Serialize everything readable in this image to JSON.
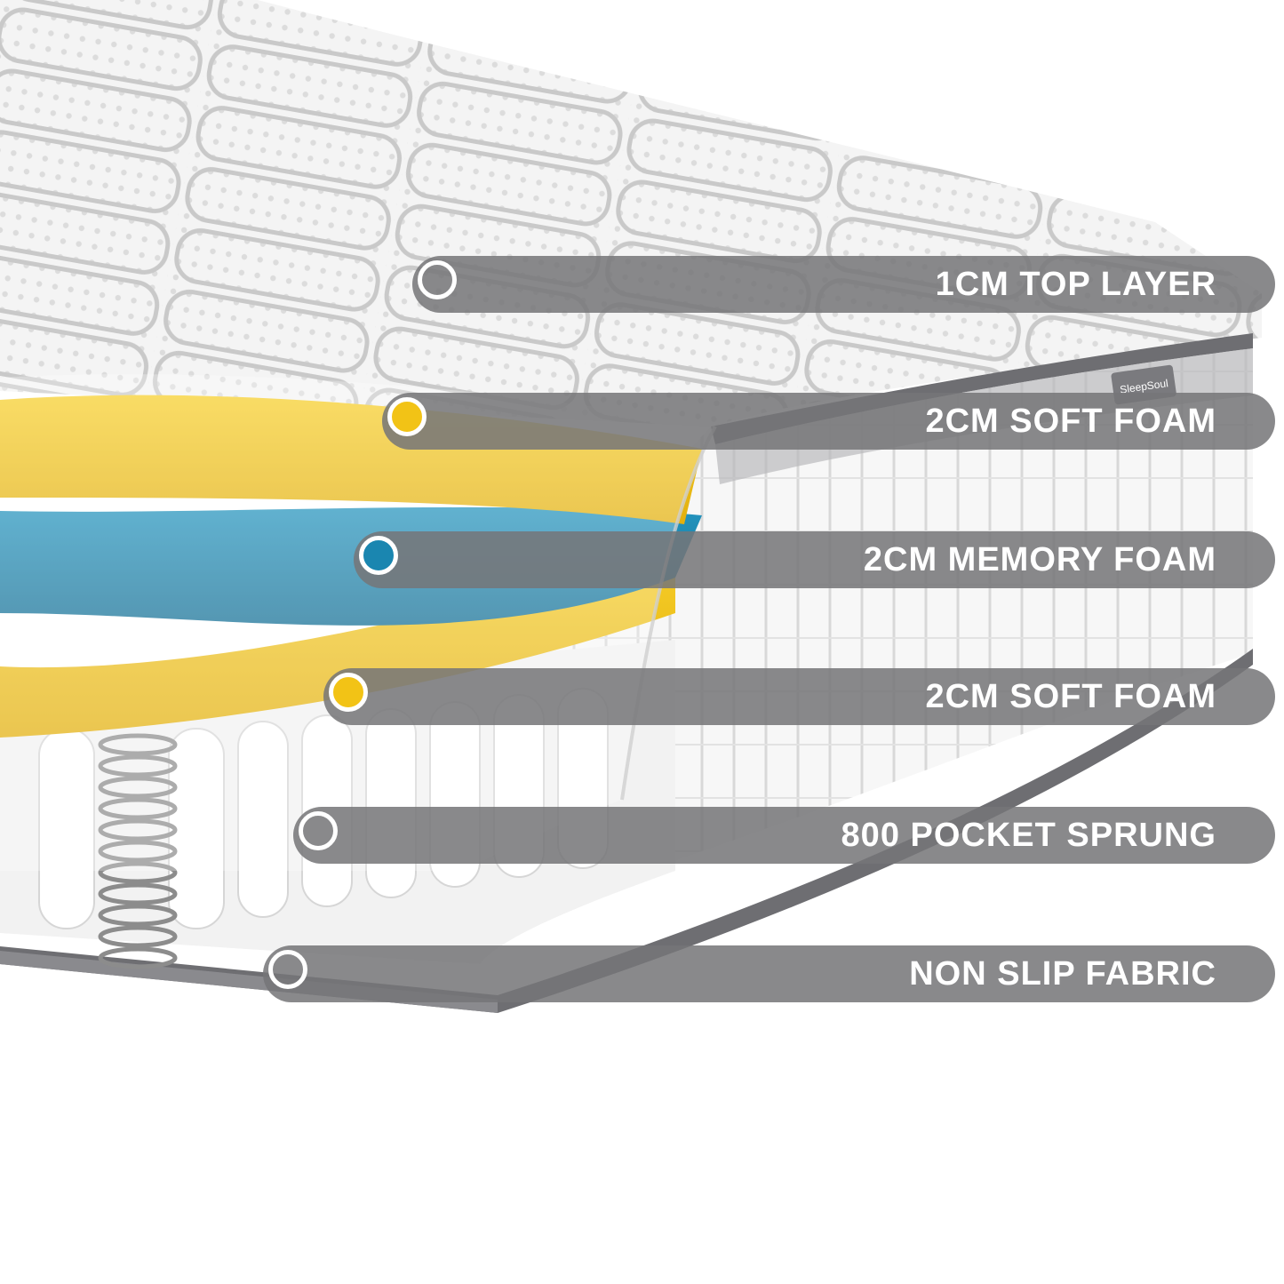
{
  "brand_tag": "SleepSoul",
  "layers": [
    {
      "label": "1CM TOP LAYER",
      "color": "#ffffff"
    },
    {
      "label": "2CM SOFT FOAM",
      "color": "#f2c316"
    },
    {
      "label": "2CM MEMORY FOAM",
      "color": "#1a86b0"
    },
    {
      "label": "2CM SOFT FOAM",
      "color": "#f2c316"
    },
    {
      "label": "800 POCKET SPRUNG",
      "color": "#ffffff"
    },
    {
      "label": "NON SLIP FABRIC",
      "color": "#ffffff"
    }
  ],
  "colors": {
    "label_background": "#767678",
    "label_text": "#ffffff",
    "soft_foam": "#f2c316",
    "memory_foam": "#1a86b0",
    "border_trim": "#6e6e72"
  }
}
